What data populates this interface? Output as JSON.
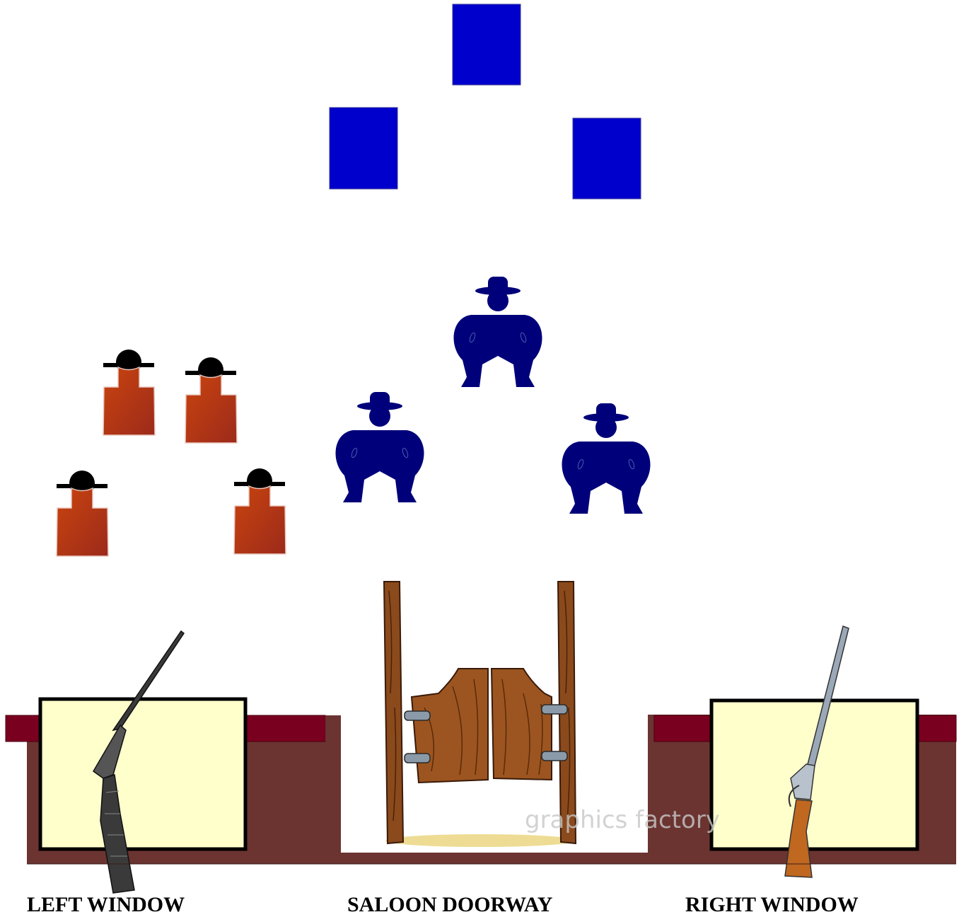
{
  "labels": {
    "left_window": "LEFT WINDOW",
    "saloon_doorway": "SALOON DOORWAY",
    "right_window": "RIGHT WINDOW"
  },
  "watermark": "graphics factory",
  "colors": {
    "blue_target": "#0000cc",
    "outlaw_silhouette": "#00007a",
    "red_target": "#b83a0e",
    "hat_black": "#000000",
    "wall_brown": "#6b3431",
    "ledge_maroon": "#7a0020",
    "window_fill": "#ffffcc",
    "door_wood": "#8b4a1c",
    "post_wood": "#7a3e1e"
  },
  "icons": {
    "left_rifle": "shotgun-icon",
    "right_rifle": "lever-action-rifle-icon",
    "door": "saloon-swinging-doors-icon",
    "blue_targets": "square-target-icon",
    "outlaws": "crouching-outlaw-icon",
    "red_targets": "cowboy-target-icon"
  }
}
